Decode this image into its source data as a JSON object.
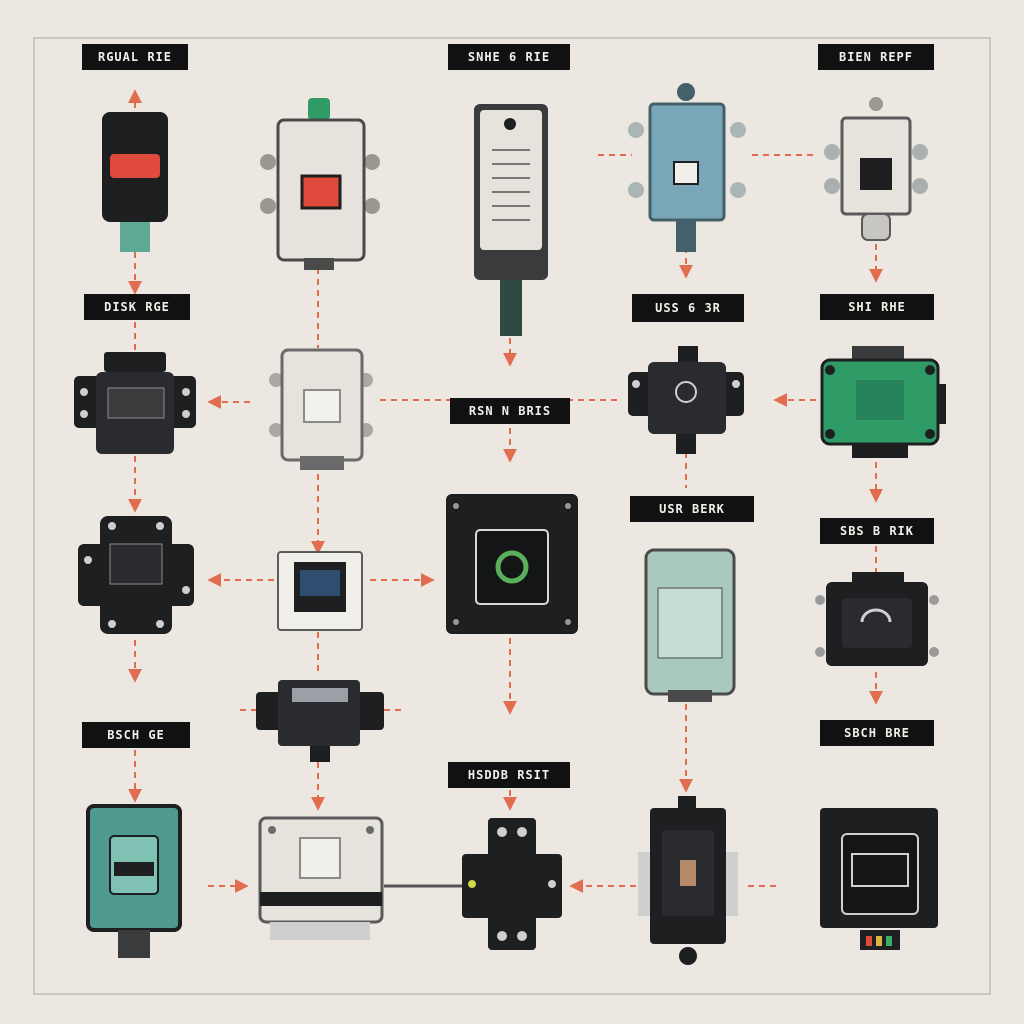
{
  "palette": {
    "background": "#ece8e1",
    "frame": "#cbc6be",
    "connector": "#e26c4f",
    "label_fill": "#111111",
    "label_text": "#f1efe9",
    "device_black": "#1e1f21",
    "device_white": "#e6e3dc",
    "device_teal": "#7fb1a2",
    "device_blue": "#7aa7b7",
    "device_green": "#2f9b66",
    "indicator_red": "#e04a3c"
  },
  "labels": [
    "RGUAL RIE",
    "SNHE 6 RIE",
    "BIEN REPF",
    "DISK RGE",
    "USS 6 3R",
    "SHI RHE",
    "RSN N BRIS",
    "USR BERK",
    "SBS B RIK",
    "BSCH GE",
    "SBCH BRE",
    "HSDDB RSIT"
  ],
  "devices": [
    {
      "name": "rocker-switch",
      "icon": "rocker-switch-icon",
      "color": "#1e1f21"
    },
    {
      "name": "white-relay-red-button",
      "icon": "relay-icon",
      "color": "#e6e3dc"
    },
    {
      "name": "tall-controller",
      "icon": "controller-icon",
      "color": "#e6e3dc"
    },
    {
      "name": "blue-junction-box",
      "icon": "junction-box-icon",
      "color": "#7aa7b7"
    },
    {
      "name": "white-mounted-box",
      "icon": "junction-box-icon",
      "color": "#e6e3dc"
    },
    {
      "name": "black-module-a",
      "icon": "module-icon",
      "color": "#1e1f21"
    },
    {
      "name": "white-module",
      "icon": "module-icon",
      "color": "#e6e3dc"
    },
    {
      "name": "black-sensor",
      "icon": "sensor-icon",
      "color": "#1e1f21"
    },
    {
      "name": "green-board",
      "icon": "circuit-board-icon",
      "color": "#2f9b66"
    },
    {
      "name": "black-module-b",
      "icon": "module-icon",
      "color": "#1e1f21"
    },
    {
      "name": "display-module",
      "icon": "display-icon",
      "color": "#e6e3dc"
    },
    {
      "name": "central-hub",
      "icon": "hub-icon",
      "color": "#1e1f21"
    },
    {
      "name": "teal-meter",
      "icon": "meter-icon",
      "color": "#a9c9bf"
    },
    {
      "name": "black-lock-box",
      "icon": "lock-icon",
      "color": "#1e1f21"
    },
    {
      "name": "black-connector",
      "icon": "connector-icon",
      "color": "#1e1f21"
    },
    {
      "name": "teal-device",
      "icon": "meter-icon",
      "color": "#4f9a8e"
    },
    {
      "name": "wide-white-unit",
      "icon": "power-supply-icon",
      "color": "#e6e3dc"
    },
    {
      "name": "cross-connector",
      "icon": "connector-icon",
      "color": "#1e1f21"
    },
    {
      "name": "fuse-box",
      "icon": "fuse-icon",
      "color": "#1e1f21"
    },
    {
      "name": "display-panel",
      "icon": "display-icon",
      "color": "#1e1f21"
    }
  ]
}
